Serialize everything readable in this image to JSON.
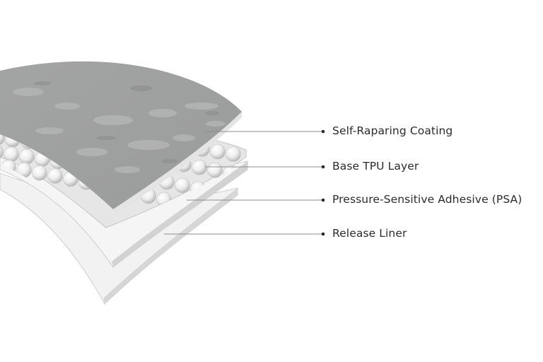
{
  "colors": {
    "background": "#ffffff",
    "coating": "#9d9e9e",
    "coating_dark": "#8b8c8c",
    "layer_light": "#f3f3f3",
    "layer_edge": "#c9c9c9",
    "bead": "#f5f5f5",
    "bead_shade": "#b8b8b8",
    "leader_line": "#8e8e8e",
    "text": "#2b2b2b"
  },
  "layers": [
    {
      "label": "Self-Raparing Coating"
    },
    {
      "label": "Base TPU Layer"
    },
    {
      "label": "Pressure-Sensitive Adhesive (PSA)"
    },
    {
      "label": "Release Liner"
    }
  ]
}
